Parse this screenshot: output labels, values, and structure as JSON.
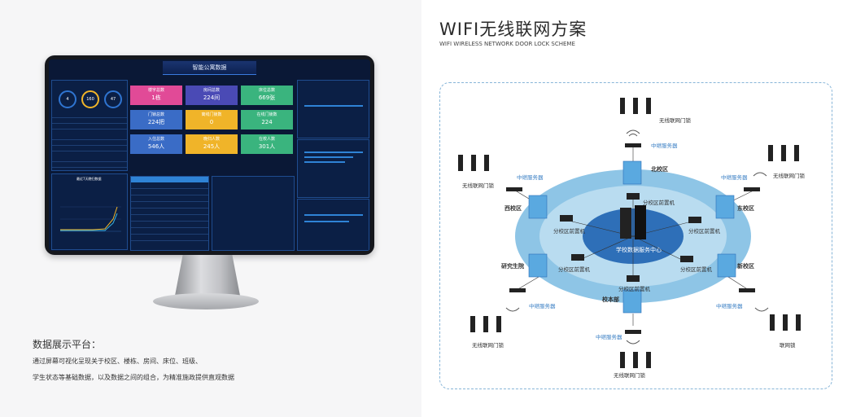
{
  "dashboard": {
    "title": "智能公寓数据",
    "gauges": [
      "4",
      "160",
      "47"
    ],
    "tiles": [
      {
        "label": "楼宇总数",
        "value": "1栋",
        "color": "#e14a97"
      },
      {
        "label": "房间总数",
        "value": "224间",
        "color": "#4a4ab5"
      },
      {
        "label": "床位总数",
        "value": "669张",
        "color": "#3ab47e"
      },
      {
        "label": "门锁总数",
        "value": "224把",
        "color": "#3a6cc6"
      },
      {
        "label": "离线门锁数",
        "value": "0",
        "color": "#f0b429"
      },
      {
        "label": "在线门锁数",
        "value": "224",
        "color": "#3ab47e"
      },
      {
        "label": "入住总数",
        "value": "546人",
        "color": "#3a6cc6"
      },
      {
        "label": "晚归人数",
        "value": "245人",
        "color": "#f0b429"
      },
      {
        "label": "在校人数",
        "value": "301人",
        "color": "#3ab47e"
      }
    ],
    "chart_label": "最近7天晚归数据"
  },
  "left_text": {
    "heading": "数据展示平台：",
    "line1": "通过屏幕可视化呈现关于校区、楼栋、房间、床位、班级、",
    "line2": "学生状态等基础数据，以及数据之间的组合，为精准施政提供直观数据"
  },
  "right": {
    "title": "WIFI无线联网方案",
    "subtitle": "WIFI WIRELESS NETWORK DOOR LOCK SCHEME",
    "center": "学校数据服务中心",
    "campuses": [
      "北校区",
      "东校区",
      "新校区",
      "校本部",
      "研究生院",
      "西校区"
    ],
    "front_servers": [
      "分校区前置机",
      "分校区前置机",
      "分校区前置机",
      "分校区前置机",
      "分校区前置机",
      "分校区前置机"
    ],
    "relay": "中继服务器",
    "door_lock": "无线联网门锁",
    "door_lock_alt": "联网锁"
  },
  "colors": {
    "ring": "#8ec5e6",
    "ring_inner": "#b9dcf0",
    "center": "#2e6fb8",
    "accent": "#3a7fc4"
  }
}
